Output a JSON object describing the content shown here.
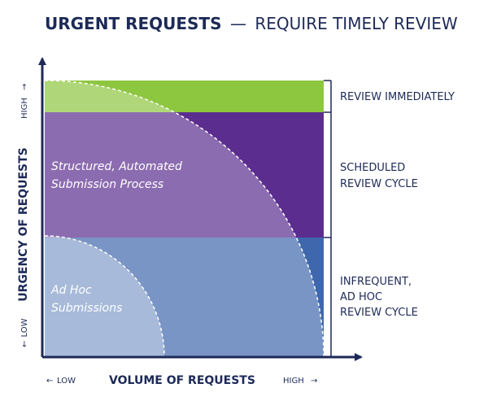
{
  "title": {
    "bold": "URGENT REQUESTS",
    "dash": "—",
    "light": "REQUIRE TIMELY REVIEW"
  },
  "axes": {
    "y_title": "URGENCY OF REQUESTS",
    "y_high": "HIGH",
    "y_low": "LOW",
    "x_title": "VOLUME OF REQUESTS",
    "x_low": "LOW",
    "x_high": "HIGH"
  },
  "zones": [
    {
      "lines": [
        "REVIEW IMMEDIATELY"
      ],
      "color": "#8dc63f"
    },
    {
      "lines": [
        "SCHEDULED",
        "REVIEW CYCLE"
      ],
      "color": "#5b2d8e"
    },
    {
      "lines": [
        "INFREQUENT,",
        "AD HOC",
        "REVIEW CYCLE"
      ],
      "color": "#3f67ad"
    }
  ],
  "areas": [
    {
      "lines": [
        "Structured, Automated",
        "Submission Process"
      ]
    },
    {
      "lines": [
        "Ad Hoc",
        "Submissions"
      ]
    }
  ],
  "colors": {
    "navy": "#1d2a57",
    "green": "#8dc63f",
    "purple": "#5b2d8e",
    "blue": "#3f67ad"
  }
}
